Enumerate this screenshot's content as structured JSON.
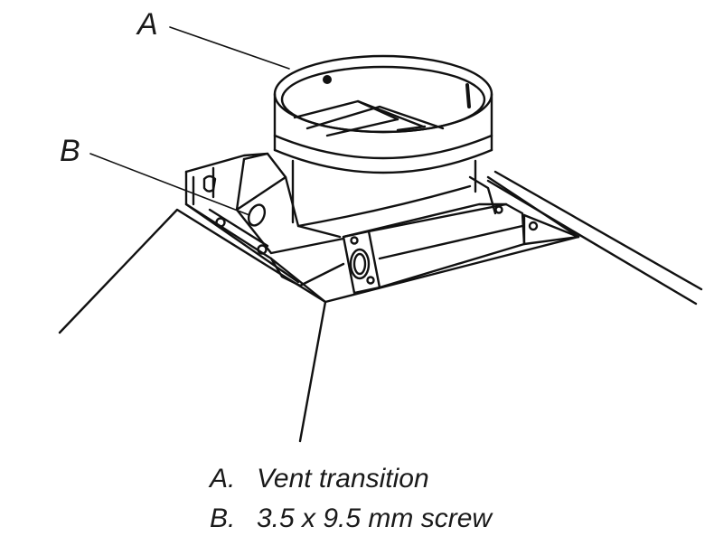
{
  "callouts": [
    {
      "letter": "A"
    },
    {
      "letter": "B"
    }
  ],
  "legend": [
    {
      "letter": "A.",
      "text": "Vent transition"
    },
    {
      "letter": "B.",
      "text": "3.5 x 9.5 mm screw"
    }
  ]
}
